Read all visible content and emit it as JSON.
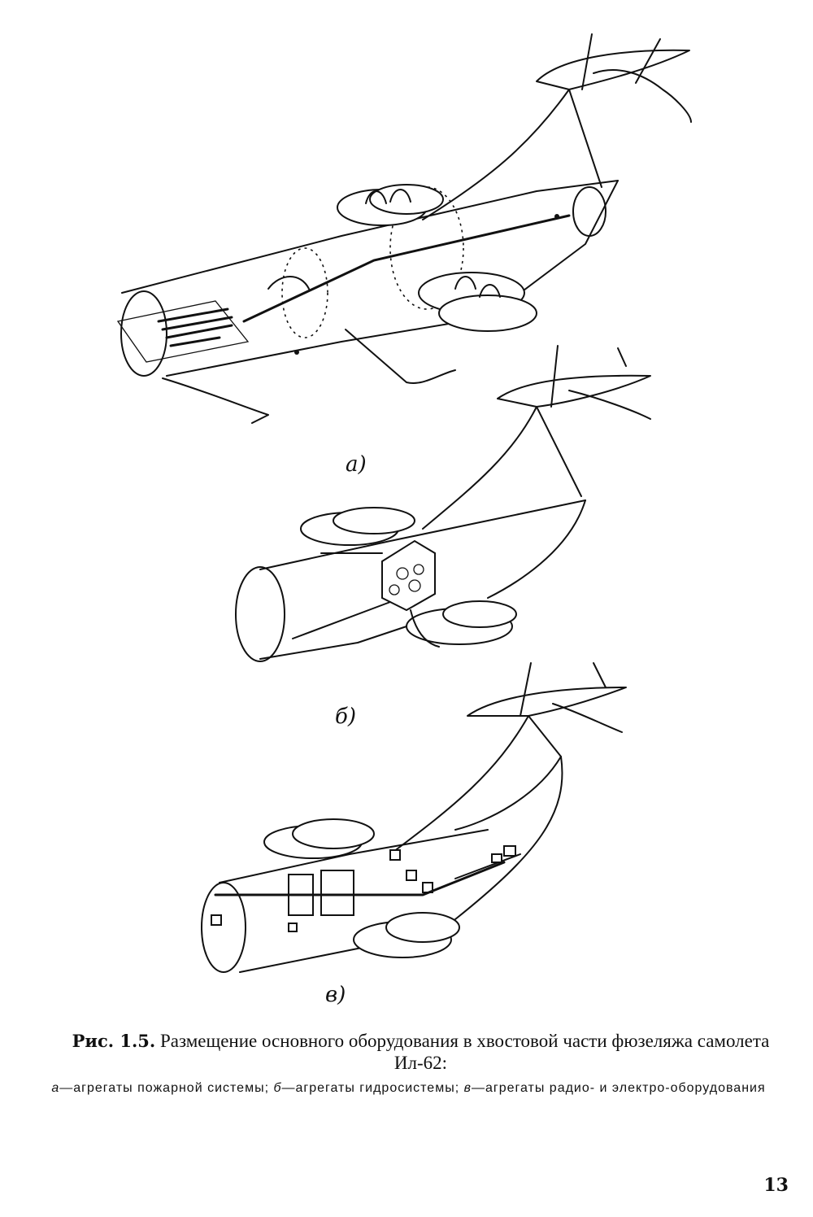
{
  "panels": {
    "a": "а)",
    "b": "б)",
    "v": "в)"
  },
  "caption": {
    "fig_no": "Рис. 1.5.",
    "title": "Размещение основного оборудования в хвостовой части фюзеляжа самолета Ил-62:"
  },
  "legend": {
    "a_letter": "а",
    "a_text": "—агрегаты пожарной системы;",
    "b_letter": "б",
    "b_text": "—агрегаты гидросистемы;",
    "v_letter": "в",
    "v_text": "—агрегаты радио- и электро-оборудования"
  },
  "page_number": "13"
}
